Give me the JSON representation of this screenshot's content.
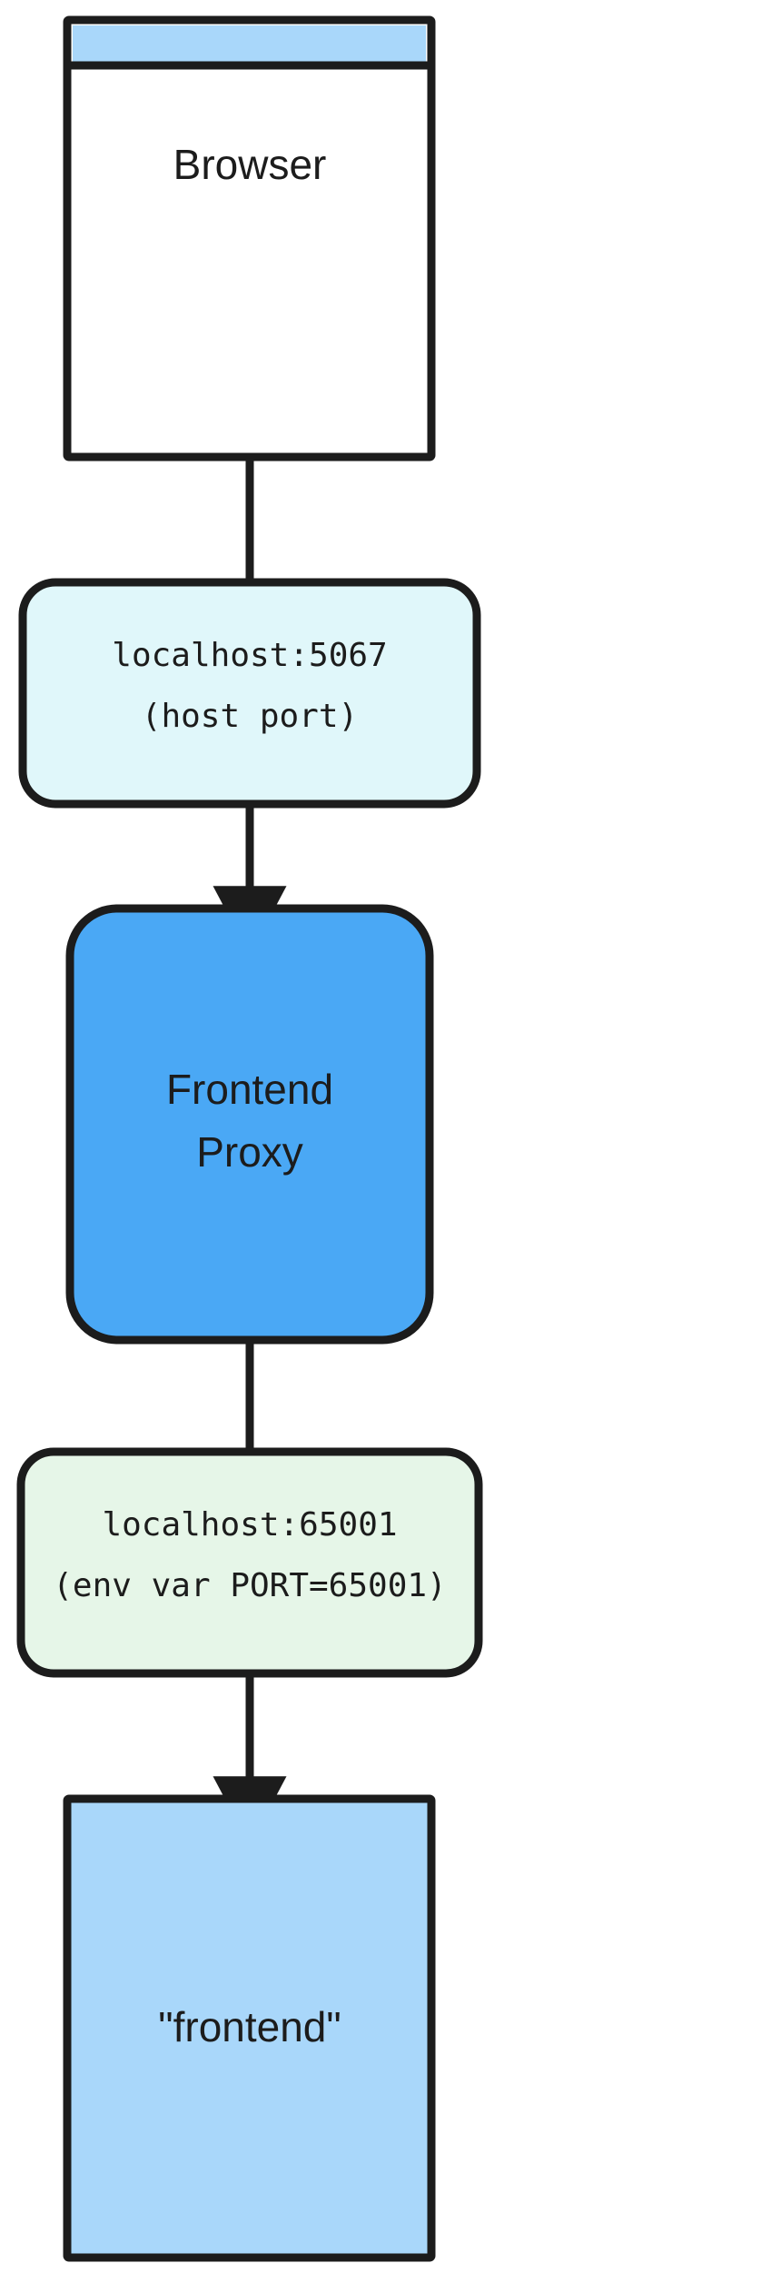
{
  "diagram": {
    "type": "flowchart",
    "direction": "top-to-bottom",
    "background": "#ffffff",
    "stroke_color": "#1c1c1c",
    "nodes": [
      {
        "id": "browser",
        "kind": "browser-window",
        "label": "Browser",
        "fill": "#ffffff",
        "titlebar_fill": "#a9d7fa",
        "shape": "rectangle"
      },
      {
        "id": "host-port-label",
        "kind": "edge-label",
        "line1": "localhost:5067",
        "line2": "(host port)",
        "fill": "#e0f7fa",
        "shape": "rounded-rectangle"
      },
      {
        "id": "frontend-proxy",
        "kind": "process",
        "line1": "Frontend",
        "line2": "Proxy",
        "fill": "#4aa8f5",
        "shape": "rounded-rectangle"
      },
      {
        "id": "env-port-label",
        "kind": "edge-label",
        "line1": "localhost:65001",
        "line2": "(env var PORT=65001)",
        "fill": "#e6f6e8",
        "shape": "rounded-rectangle"
      },
      {
        "id": "frontend-service",
        "kind": "service",
        "label": "\"frontend\"",
        "fill": "#a9d7fa",
        "shape": "rectangle"
      }
    ],
    "edges": [
      {
        "from": "browser",
        "to": "host-port-label",
        "arrowhead": false
      },
      {
        "from": "host-port-label",
        "to": "frontend-proxy",
        "arrowhead": true
      },
      {
        "from": "frontend-proxy",
        "to": "env-port-label",
        "arrowhead": false
      },
      {
        "from": "env-port-label",
        "to": "frontend-service",
        "arrowhead": true
      }
    ]
  }
}
